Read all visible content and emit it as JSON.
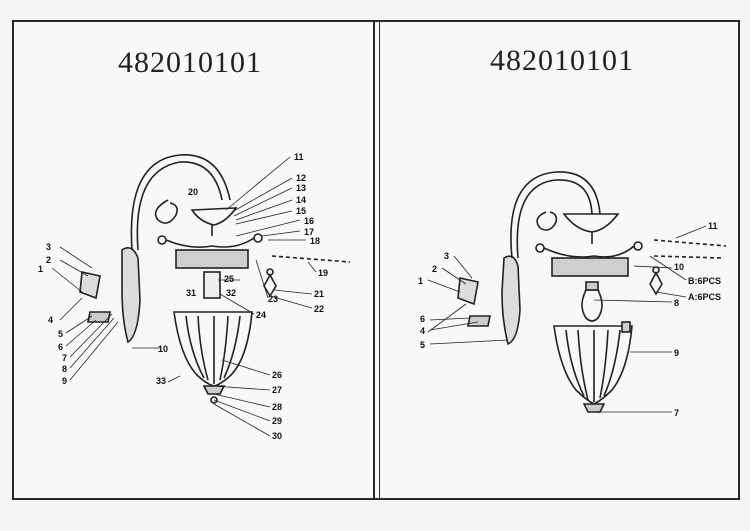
{
  "left_panel": {
    "model_number": "482010101",
    "callouts": [
      "1",
      "2",
      "3",
      "4",
      "5",
      "6",
      "7",
      "8",
      "9",
      "10",
      "11",
      "12",
      "13",
      "14",
      "15",
      "16",
      "17",
      "18",
      "19",
      "20",
      "21",
      "22",
      "23",
      "24",
      "25",
      "26",
      "27",
      "28",
      "29",
      "30",
      "31",
      "32",
      "33"
    ]
  },
  "right_panel": {
    "model_number": "482010101",
    "callouts": [
      "1",
      "2",
      "3",
      "4",
      "5",
      "6",
      "7",
      "8",
      "9",
      "10",
      "11"
    ],
    "crystal_notes": {
      "b": "B:6PCS",
      "a": "A:6PCS"
    }
  }
}
